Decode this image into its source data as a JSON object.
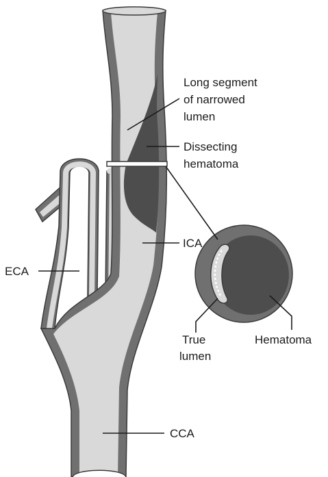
{
  "labels": {
    "narrowed_lumen": [
      "Long segment",
      "of narrowed",
      "lumen"
    ],
    "hematoma_main": [
      "Dissecting",
      "hematoma"
    ],
    "ica": "ICA",
    "eca": "ECA",
    "true_lumen": [
      "True",
      "lumen"
    ],
    "hematoma_cross": "Hematoma",
    "cca": "CCA"
  },
  "colors": {
    "wall": "#707070",
    "wall_edge": "#3a3a3a",
    "lumen": "#d9d9d9",
    "hematoma": "#4d4d4d",
    "leader": "#1a1a1a"
  }
}
